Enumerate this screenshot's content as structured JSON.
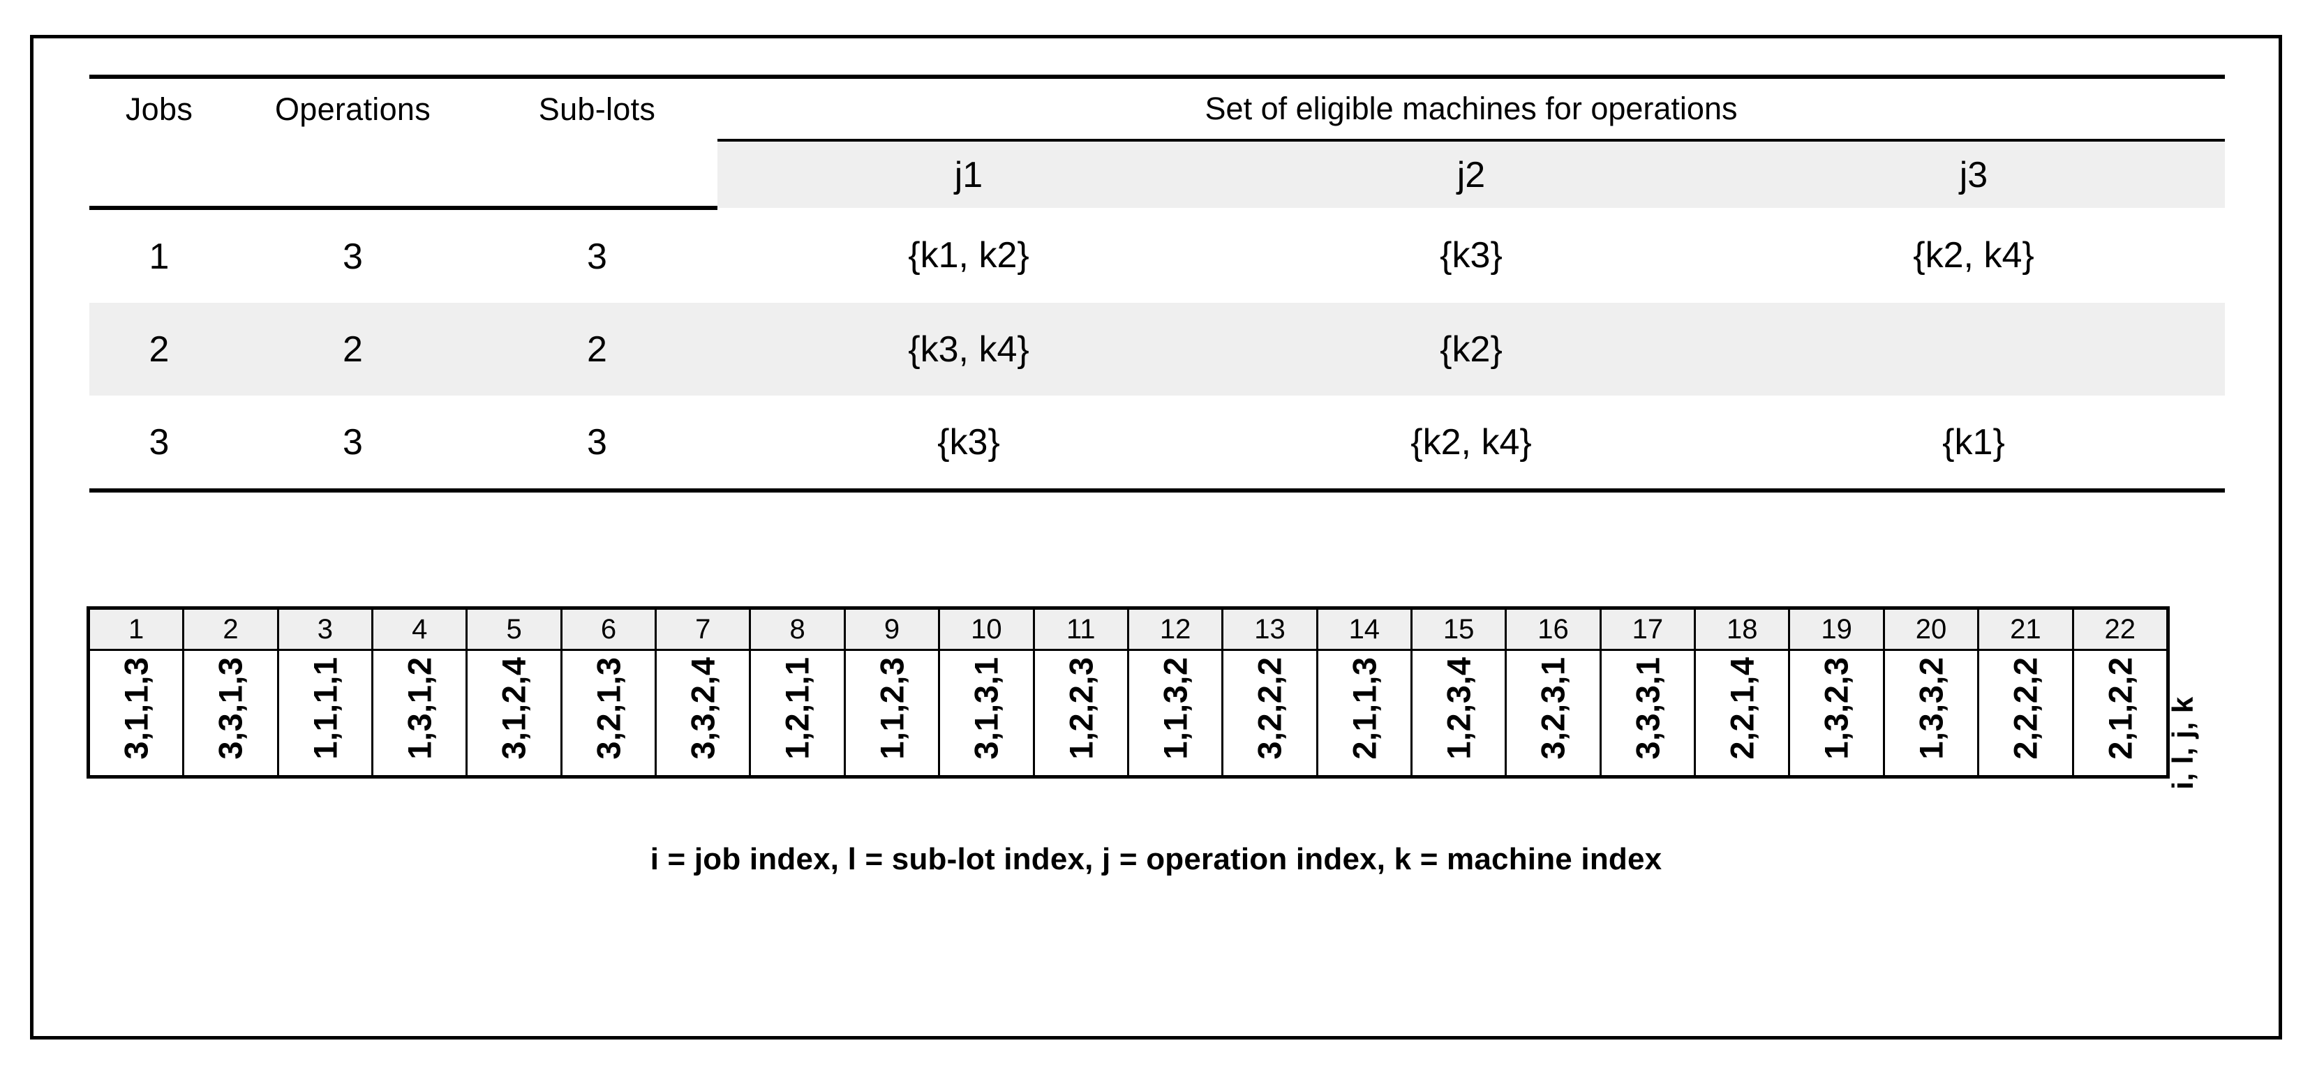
{
  "table": {
    "headers": {
      "jobs": "Jobs",
      "operations": "Operations",
      "sublots": "Sub-lots",
      "machines_group": "Set of eligible machines for operations"
    },
    "operation_columns": [
      "j1",
      "j2",
      "j3"
    ],
    "rows": [
      {
        "job": "1",
        "operations": "3",
        "sublots": "3",
        "machines": [
          "{k1, k2}",
          "{k3}",
          "{k2, k4}"
        ]
      },
      {
        "job": "2",
        "operations": "2",
        "sublots": "2",
        "machines": [
          "{k3, k4}",
          "{k2}",
          ""
        ]
      },
      {
        "job": "3",
        "operations": "3",
        "sublots": "3",
        "machines": [
          "{k3}",
          "{k2, k4}",
          "{k1}"
        ]
      }
    ]
  },
  "chromosome": {
    "axis_label": "i, l, j, k",
    "indices": [
      "1",
      "2",
      "3",
      "4",
      "5",
      "6",
      "7",
      "8",
      "9",
      "10",
      "11",
      "12",
      "13",
      "14",
      "15",
      "16",
      "17",
      "18",
      "19",
      "20",
      "21",
      "22"
    ],
    "genes": [
      "3,1,1,3",
      "3,3,1,3",
      "1,1,1,1",
      "1,3,1,2",
      "3,1,2,4",
      "3,2,1,3",
      "3,3,2,4",
      "1,2,1,1",
      "1,1,2,3",
      "3,1,3,1",
      "1,2,2,3",
      "1,1,3,2",
      "3,2,2,2",
      "2,1,1,3",
      "1,2,3,4",
      "3,2,3,1",
      "3,3,3,1",
      "2,2,1,4",
      "1,3,2,3",
      "1,3,3,2",
      "2,2,2,2",
      "2,1,2,2"
    ]
  },
  "caption": "i = job index, l = sub-lot index, j = operation index, k = machine index",
  "colors": {
    "band": "#efefef",
    "rule": "#000000",
    "background": "#ffffff"
  }
}
